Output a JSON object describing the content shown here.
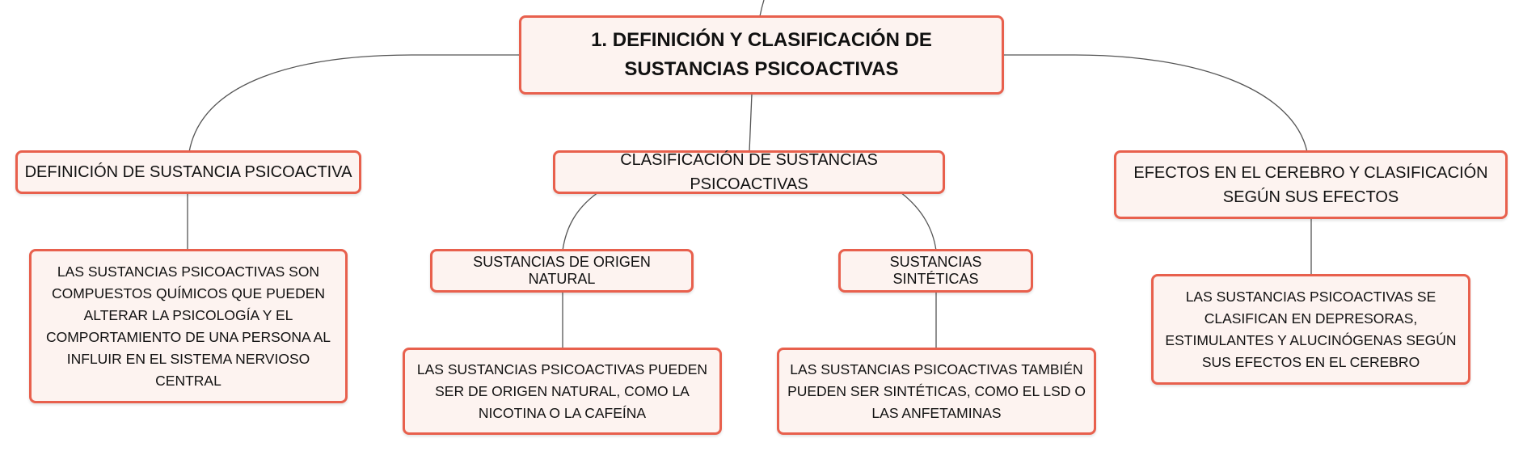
{
  "root": {
    "label": "1. DEFINICIÓN Y CLASIFICACIÓN DE SUSTANCIAS PSICOACTIVAS"
  },
  "branches": {
    "definition": {
      "label": "DEFINICIÓN DE SUSTANCIA PSICOACTIVA",
      "detail": "LAS SUSTANCIAS PSICOACTIVAS SON COMPUESTOS QUÍMICOS QUE PUEDEN ALTERAR LA PSICOLOGÍA Y EL COMPORTAMIENTO DE UNA PERSONA AL INFLUIR EN EL SISTEMA NERVIOSO CENTRAL"
    },
    "classification": {
      "label": "CLASIFICACIÓN DE SUSTANCIAS PSICOACTIVAS",
      "natural": {
        "label": "SUSTANCIAS DE ORIGEN NATURAL",
        "detail": "LAS SUSTANCIAS PSICOACTIVAS PUEDEN SER DE ORIGEN NATURAL, COMO LA NICOTINA O LA CAFEÍNA"
      },
      "synthetic": {
        "label": "SUSTANCIAS SINTÉTICAS",
        "detail": "LAS SUSTANCIAS PSICOACTIVAS TAMBIÉN PUEDEN SER SINTÉTICAS, COMO EL LSD O LAS ANFETAMINAS"
      }
    },
    "effects": {
      "label": "EFECTOS EN EL CEREBRO Y CLASIFICACIÓN SEGÚN SUS EFECTOS",
      "detail": "LAS SUSTANCIAS PSICOACTIVAS SE CLASIFICAN EN DEPRESORAS, ESTIMULANTES Y ALUCINÓGENAS SEGÚN SUS EFECTOS EN EL CEREBRO"
    }
  },
  "colors": {
    "node_border": "#e8604d",
    "node_fill": "#fdf3f0",
    "connector": "#555555"
  }
}
